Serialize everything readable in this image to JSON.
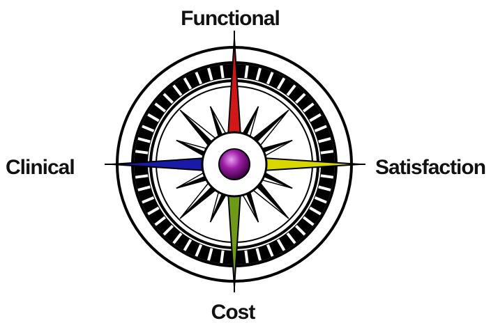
{
  "labels": {
    "north": "Functional",
    "east": "Satisfaction",
    "south": "Cost",
    "west": "Clinical"
  },
  "colors": {
    "north_point": "#d01818",
    "east_point": "#d8d800",
    "south_point": "#6e9a18",
    "west_point": "#1a1aa8",
    "center_jewel": "#7a0a80",
    "ink": "#000000",
    "paper": "#ffffff"
  }
}
